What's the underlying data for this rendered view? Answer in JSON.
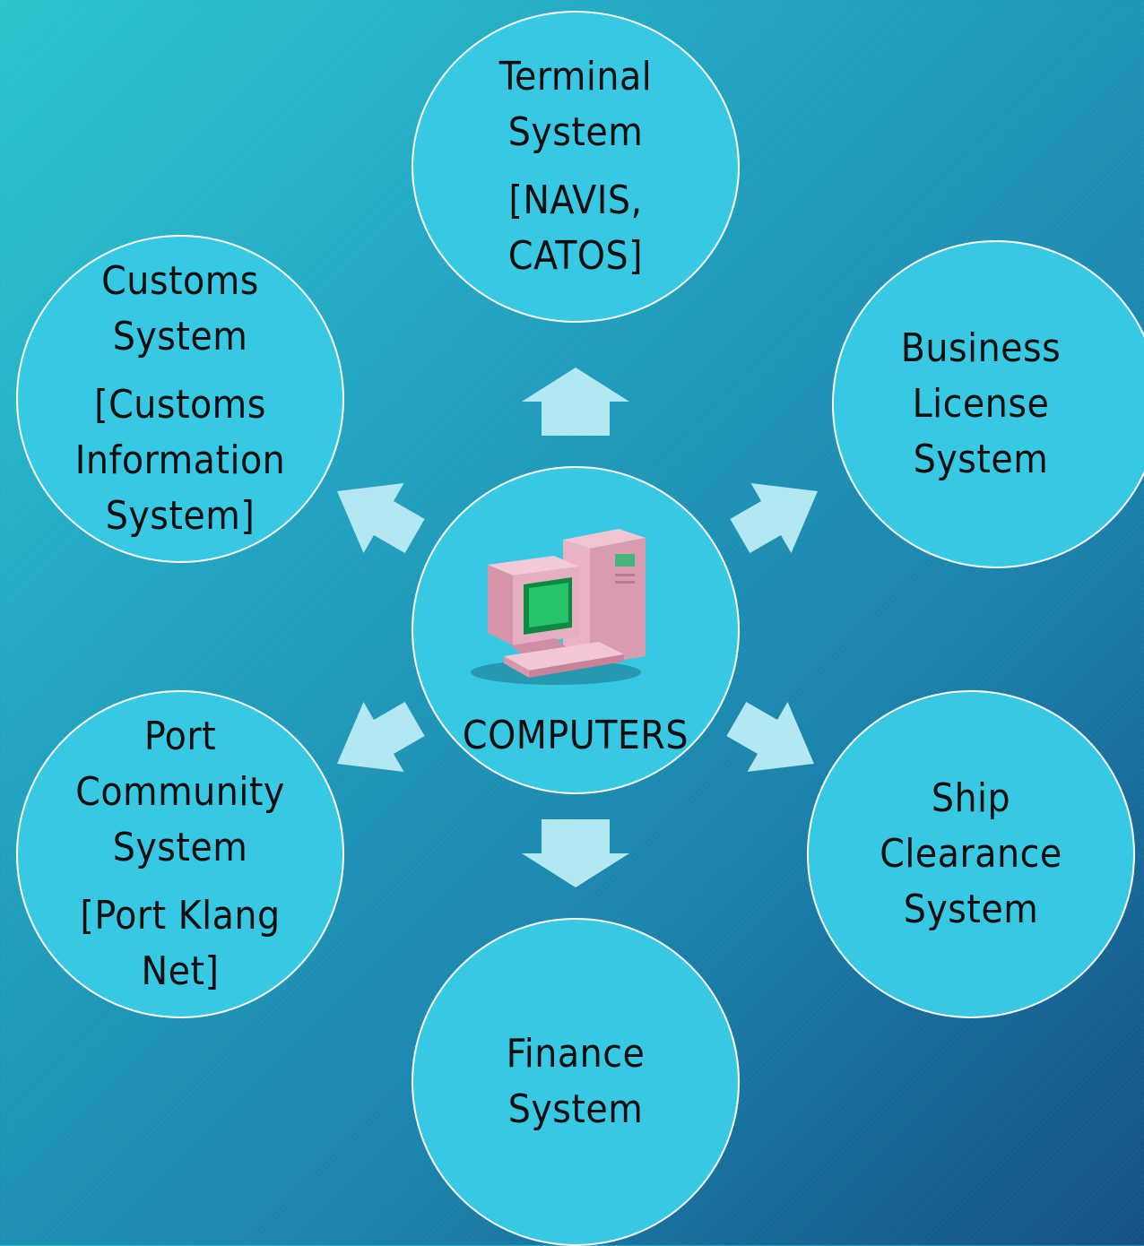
{
  "center": {
    "label": "COMPUTERS",
    "icon": "desktop-computer-icon"
  },
  "nodes": {
    "terminal": {
      "lines": [
        "Terminal",
        "System"
      ],
      "detail": [
        "[NAVIS,",
        "CATOS]"
      ]
    },
    "customs": {
      "lines": [
        "Customs",
        "System"
      ],
      "detail": [
        "[Customs",
        "Information",
        "System]"
      ]
    },
    "business": {
      "lines": [
        "Business",
        "License",
        "System"
      ]
    },
    "port": {
      "lines": [
        "Port",
        "Community",
        "System"
      ],
      "detail": [
        "[Port Klang",
        "Net]"
      ]
    },
    "ship": {
      "lines": [
        "Ship",
        "Clearance",
        "System"
      ]
    },
    "finance": {
      "lines": [
        "Finance",
        "System"
      ]
    }
  },
  "colors": {
    "node_fill": "#37c9e4",
    "node_border": "#ffffff",
    "arrow": "#b3e7f2"
  }
}
